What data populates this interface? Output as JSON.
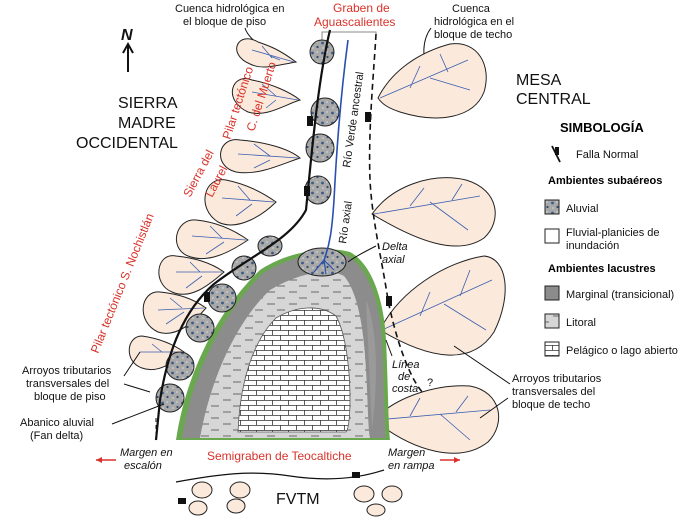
{
  "title": {
    "graben": "Graben de\nAguascalientes",
    "graben_l1": "Graben de",
    "graben_l2": "Aguascalientes",
    "semigraben": "Semigraben de Teocaltiche",
    "fvtm": "FVTM",
    "north": "N"
  },
  "regions": {
    "sierra_madre_l1": "SIERRA",
    "sierra_madre_l2": "MADRE",
    "sierra_madre_l3": "OCCIDENTAL",
    "mesa_l1": "MESA",
    "mesa_l2": "CENTRAL"
  },
  "red_labels": {
    "pilar_muerto_l1": "Pilar tectónico",
    "pilar_muerto_l2": "C. del Muerto",
    "sierra_laurel_l1": "Sierra del",
    "sierra_laurel_l2": "Laurel",
    "pilar_nochistlan": "Pilar tectónico S. Nochistlán",
    "margen_escalon_l1": "Margen en",
    "margen_escalon_l2": "escalón",
    "margen_rampa_l1": "Margen",
    "margen_rampa_l2": "en rampa"
  },
  "annotations": {
    "cuenca_piso_l1": "Cuenca hidrológica en",
    "cuenca_piso_l2": "el bloque de piso",
    "cuenca_techo_l1": "Cuenca",
    "cuenca_techo_l2": "hidrológica en el",
    "cuenca_techo_l3": "bloque de techo",
    "rio_verde": "Río Verde ancestral",
    "rio_axial": "Río axial",
    "delta_l1": "Delta",
    "delta_l2": "axial",
    "linea_l1": "Línea",
    "linea_l2": "de",
    "linea_l3": "costa",
    "arroyos_piso_l1": "Arroyos tributarios",
    "arroyos_piso_l2": "transversales del",
    "arroyos_piso_l3": "bloque de piso",
    "abanico_l1": "Abanico aluvial",
    "abanico_l2": "(Fan delta)",
    "arroyos_techo_l1": "Arroyos tributarios",
    "arroyos_techo_l2": "transversales del",
    "arroyos_techo_l3": "bloque de techo",
    "question": "?"
  },
  "legend": {
    "title": "SIMBOLOGÍA",
    "falla": "Falla Normal",
    "subaereos": "Ambientes subaéreos",
    "aluvial": "Aluvial",
    "fluvial_l1": "Fluvial-planicies de",
    "fluvial_l2": "inundación",
    "lacustres": "Ambientes lacustres",
    "marginal": "Marginal (transicional)",
    "litoral": "Litoral",
    "pelagico": "Pelágico o lago abierto"
  },
  "colors": {
    "red_text": "#d8322a",
    "river": "#2a4fb0",
    "fan_fill": "#fbe9dc",
    "lake_green": "#6aa84f",
    "marginal_gray": "#8c8c8c",
    "litoral_gray": "#d4d4d4"
  }
}
